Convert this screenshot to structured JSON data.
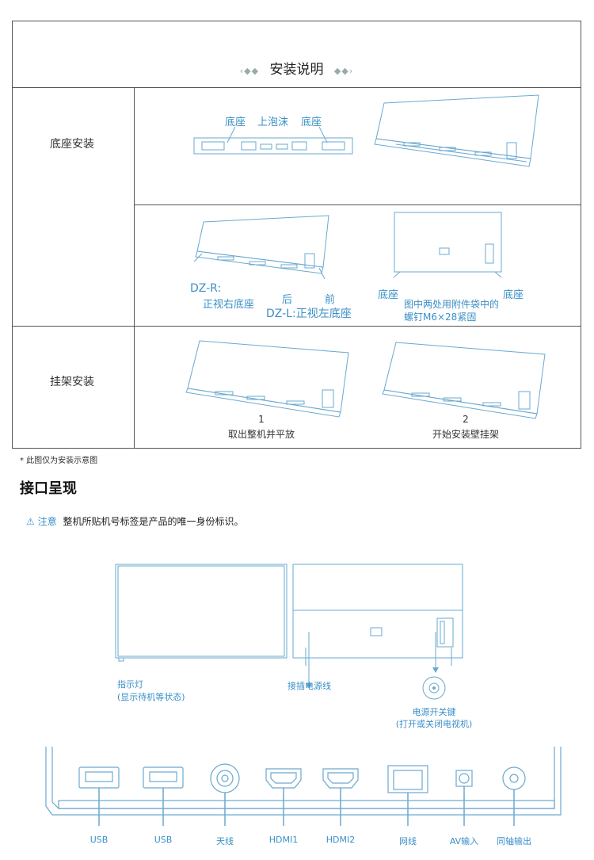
{
  "install": {
    "title": "安装说明",
    "ornament_left": "‹◆◆",
    "ornament_right": "◆◆›",
    "rows": {
      "base": "底座安装",
      "wall": "挂架安装"
    },
    "base_top": {
      "label_base_left": "底座",
      "label_foam": "上泡沫",
      "label_base_right": "底座"
    },
    "base_bottom": {
      "dzr_1": "DZ-R:",
      "dzr_2": "正视右底座",
      "back": "后",
      "front": "前",
      "dzl": "DZ-L:正视左底座",
      "base_left": "底座",
      "base_right": "底座",
      "screw_1": "图中两处用附件袋中的",
      "screw_2": "螺钉M6×28紧固"
    },
    "wall": {
      "step1_num": "1",
      "step1_text": "取出整机并平放",
      "step2_num": "2",
      "step2_text": "开始安装壁挂架"
    },
    "footnote": "* 此图仅为安装示意图"
  },
  "interface": {
    "heading": "接口呈现",
    "warn_label": "注意",
    "warn_text": "整机所贴机号标签是产品的唯一身份标识。",
    "indicator_1": "指示灯",
    "indicator_2": "(显示待机等状态)",
    "power_cable": "接插电源线",
    "power_key_1": "电源开关键",
    "power_key_2": "(打开或关闭电视机)",
    "ports": [
      "USB",
      "USB",
      "天线",
      "HDMI1",
      "HDMI2",
      "网线",
      "AV输入",
      "同轴输出"
    ]
  },
  "colors": {
    "accent": "#3a8fc7",
    "line": "#555555",
    "diagram": "#6aa9cf"
  }
}
